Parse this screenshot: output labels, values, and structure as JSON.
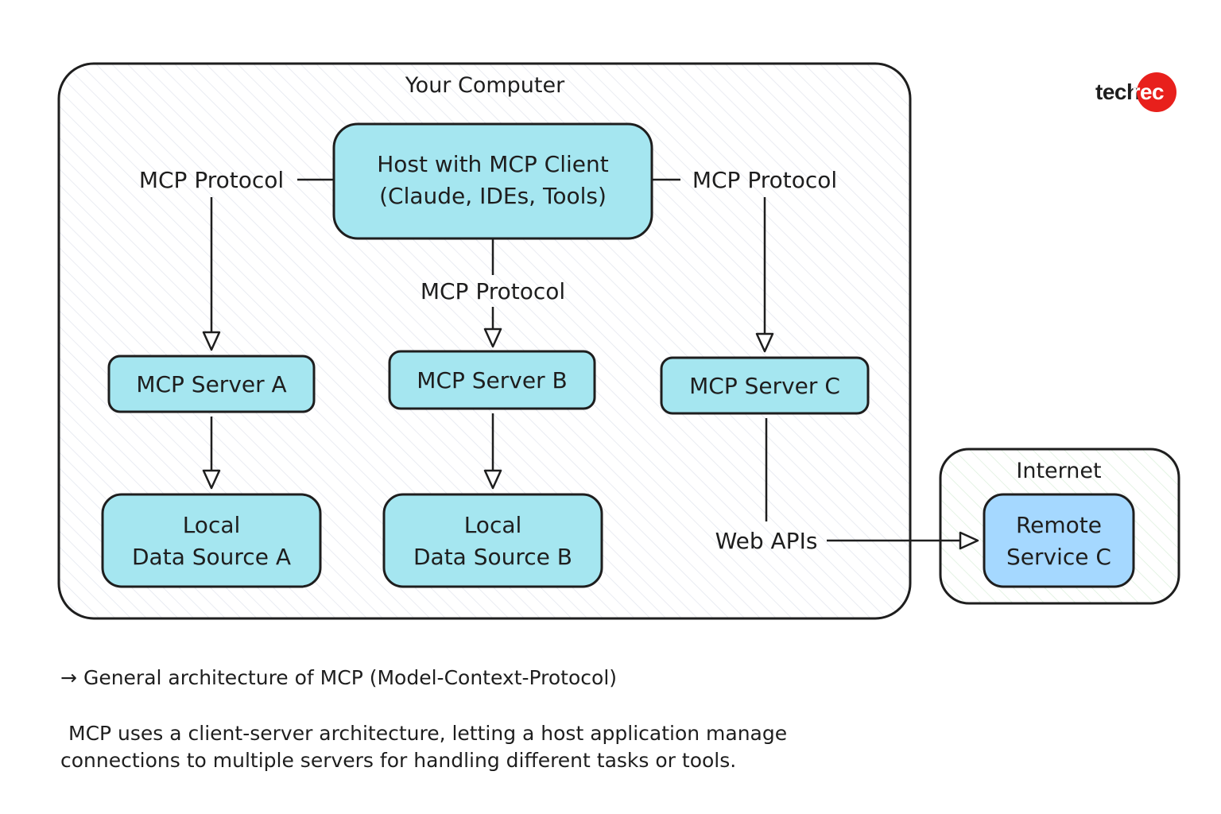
{
  "groups": {
    "computer": {
      "label": "Your Computer"
    },
    "internet": {
      "label": "Internet"
    }
  },
  "nodes": {
    "host": {
      "lines": [
        "Host with MCP Client",
        "(Claude, IDEs, Tools)"
      ]
    },
    "server_a": {
      "label": "MCP Server A"
    },
    "server_b": {
      "label": "MCP Server B"
    },
    "server_c": {
      "label": "MCP Server C"
    },
    "data_a": {
      "lines": [
        "Local",
        "Data Source A"
      ]
    },
    "data_b": {
      "lines": [
        "Local",
        "Data Source B"
      ]
    },
    "remote_c": {
      "lines": [
        "Remote",
        "Service C"
      ]
    }
  },
  "edges": {
    "protocol_left": "MCP Protocol",
    "protocol_center": "MCP Protocol",
    "protocol_right": "MCP Protocol",
    "web_apis": "Web APIs"
  },
  "brand": {
    "part1": "tech",
    "part2": "rec"
  },
  "caption": {
    "arrow": "→",
    "title": "General architecture of MCP (Model-Context-Protocol)",
    "line1": "MCP uses a client-server architecture, letting a host application manage",
    "line2": "connections to multiple servers for handling different tasks or tools."
  },
  "colors": {
    "node_fill": "#a5e6f0",
    "remote_fill": "#a5d8ff",
    "stroke": "#1e1e1e",
    "hatch_computer": "#e3e6ee",
    "hatch_internet": "#dcefdc",
    "brand_red": "#e8201c"
  }
}
